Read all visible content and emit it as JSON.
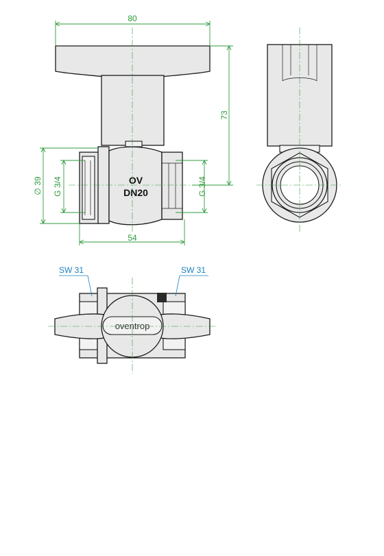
{
  "dimensions": {
    "handle_width": "80",
    "height": "73",
    "outer_diameter": "∅ 39",
    "thread_left": "G 3/4",
    "thread_right": "G 3/4",
    "body_length": "54"
  },
  "body_marking": {
    "line1": "OV",
    "line2": "DN20"
  },
  "top_view": {
    "wrench_left": "SW 31",
    "wrench_right": "SW 31",
    "brand": "oventrop"
  },
  "colors": {
    "dimension": "#2e9b3b",
    "callout": "#1a7fbf",
    "outline": "#1a1a1a",
    "fill": "#e8e8e8"
  }
}
